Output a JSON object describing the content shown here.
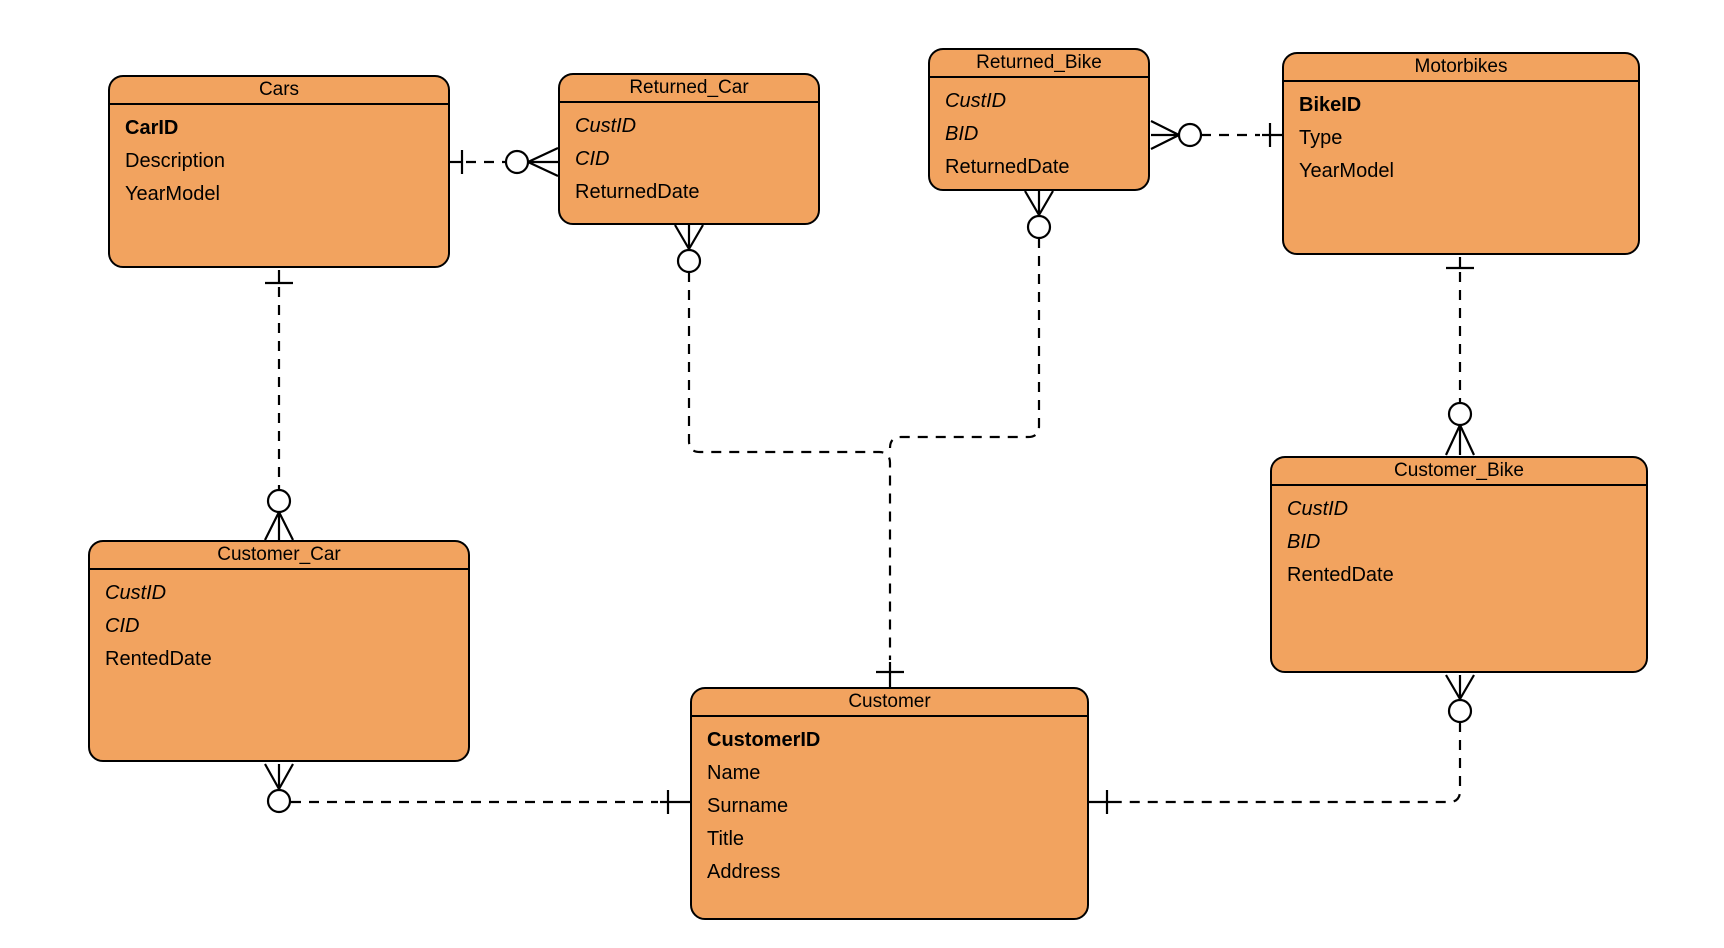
{
  "diagram": {
    "kind": "entity-relationship-diagram",
    "notation": "crows-foot",
    "colors": {
      "entity_fill": "#F2A35F",
      "entity_stroke": "#000000",
      "line": "#000000",
      "canvas_bg": "#FFFFFF"
    },
    "entities": [
      {
        "title": "Cars",
        "attributes": [
          {
            "name": "CarID",
            "key": "primary"
          },
          {
            "name": "Description",
            "key": "none"
          },
          {
            "name": "YearModel",
            "key": "none"
          }
        ]
      },
      {
        "title": "Returned_Car",
        "attributes": [
          {
            "name": "CustID",
            "key": "foreign"
          },
          {
            "name": "CID",
            "key": "foreign"
          },
          {
            "name": "ReturnedDate",
            "key": "none"
          }
        ]
      },
      {
        "title": "Returned_Bike",
        "attributes": [
          {
            "name": "CustID",
            "key": "foreign"
          },
          {
            "name": "BID",
            "key": "foreign"
          },
          {
            "name": "ReturnedDate",
            "key": "none"
          }
        ]
      },
      {
        "title": "Motorbikes",
        "attributes": [
          {
            "name": "BikeID",
            "key": "primary"
          },
          {
            "name": "Type",
            "key": "none"
          },
          {
            "name": "YearModel",
            "key": "none"
          }
        ]
      },
      {
        "title": "Customer_Car",
        "attributes": [
          {
            "name": "CustID",
            "key": "foreign"
          },
          {
            "name": "CID",
            "key": "foreign"
          },
          {
            "name": "RentedDate",
            "key": "none"
          }
        ]
      },
      {
        "title": "Customer",
        "attributes": [
          {
            "name": "CustomerID",
            "key": "primary"
          },
          {
            "name": "Name",
            "key": "none"
          },
          {
            "name": "Surname",
            "key": "none"
          },
          {
            "name": "Title",
            "key": "none"
          },
          {
            "name": "Address",
            "key": "none"
          }
        ]
      },
      {
        "title": "Customer_Bike",
        "attributes": [
          {
            "name": "CustID",
            "key": "foreign"
          },
          {
            "name": "BID",
            "key": "foreign"
          },
          {
            "name": "RentedDate",
            "key": "none"
          }
        ]
      }
    ],
    "relationships": [
      {
        "from": "Cars",
        "from_cardinality": "one",
        "to": "Returned_Car",
        "to_cardinality": "zero-or-many"
      },
      {
        "from": "Cars",
        "from_cardinality": "one",
        "to": "Customer_Car",
        "to_cardinality": "zero-or-many"
      },
      {
        "from": "Returned_Car",
        "from_cardinality": "zero-or-many",
        "to": "Customer",
        "to_cardinality": "one"
      },
      {
        "from": "Returned_Bike",
        "from_cardinality": "zero-or-many",
        "to": "Customer",
        "to_cardinality": "one"
      },
      {
        "from": "Returned_Bike",
        "from_cardinality": "zero-or-many",
        "to": "Motorbikes",
        "to_cardinality": "one"
      },
      {
        "from": "Motorbikes",
        "from_cardinality": "one",
        "to": "Customer_Bike",
        "to_cardinality": "zero-or-many"
      },
      {
        "from": "Customer_Car",
        "from_cardinality": "zero-or-many",
        "to": "Customer",
        "to_cardinality": "one"
      },
      {
        "from": "Customer_Bike",
        "from_cardinality": "zero-or-many",
        "to": "Customer",
        "to_cardinality": "one"
      }
    ]
  }
}
